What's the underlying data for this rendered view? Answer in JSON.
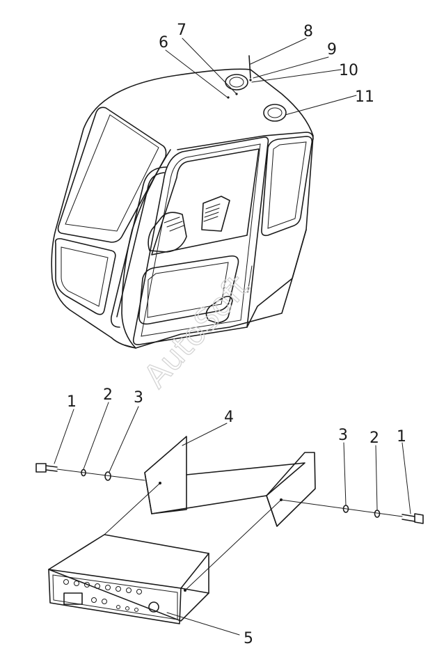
{
  "watermark": "AutoSoft",
  "callouts": {
    "c1": "1",
    "c2": "2",
    "c3": "3",
    "c4": "4",
    "c5": "5",
    "c6": "6",
    "c7": "7",
    "c8": "8",
    "c9": "9",
    "c10": "10",
    "c11": "11",
    "r1": "1",
    "r2": "2",
    "r3": "3"
  },
  "colors": {
    "line": "#1a1a1a",
    "watermark": "#d4d4d4",
    "background": "#ffffff"
  }
}
